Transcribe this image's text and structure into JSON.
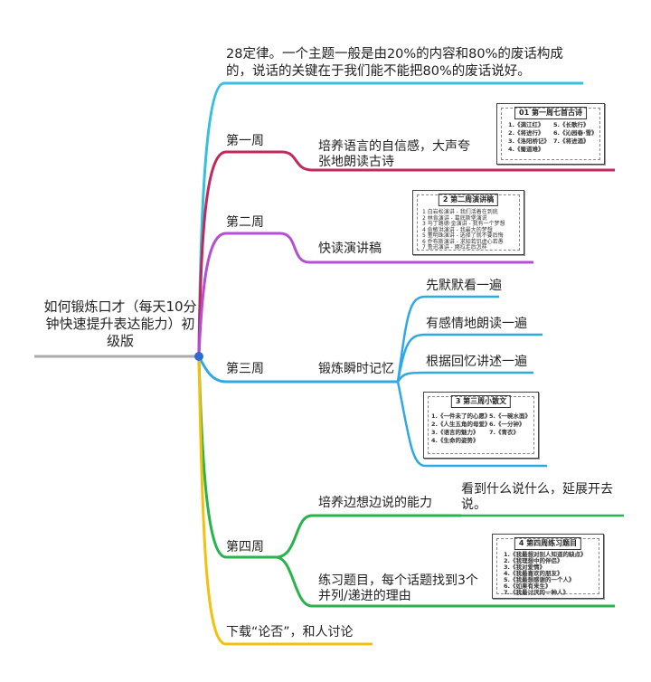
{
  "colors": {
    "root_line": "#aaaaaa",
    "rule_branch": "#36c0de",
    "week1": "#c2285a",
    "week2": "#b34fd6",
    "week3": "#2fa8e6",
    "week4": "#29b34d",
    "download": "#f2c10f",
    "center_dot": "#2f6ad0"
  },
  "root": {
    "title": "如何锻炼口才（每天10分钟快速提升表达能力）初级版"
  },
  "rule": {
    "text": "28定律。一个主题一般是由20%的内容和80%的废话构成的，说话的关键在于我们能不能把80%的废话说好。"
  },
  "week1": {
    "label": "第一周",
    "task": "培养语言的自信感，大声夸张地朗读古诗",
    "card": {
      "heading": "01 第一周七首古诗",
      "items": [
        "1.《满江红》",
        "2.《将进行》",
        "3.《洛阳桥记》",
        "4.《蜀道难》",
        "5.《长歌行》",
        "6.《沁园春·雪》",
        "7.《将进酒》"
      ]
    }
  },
  "week2": {
    "label": "第二周",
    "task": "快读演讲稿",
    "card": {
      "heading": "2 第二周演讲稿",
      "items": [
        "1 白岩松演讲 - 我们活着在到底",
        "2 林肯演讲 - 葛底斯堡演说",
        "3 马丁路德·金演讲 - 我有一个梦想",
        "4 俞敏洪演讲 - 我最大的梦想",
        "5 董明珠演讲 - 选择了就不要后悔",
        "6 乔布斯演讲 - 求知若饥虚心若愚",
        "7 鲁迅演讲 - 娜拉走后怎样"
      ]
    }
  },
  "week3": {
    "label": "第三周",
    "task": "锻炼瞬时记忆",
    "steps": [
      "先默默看一遍",
      "有感情地朗读一遍",
      "根据回忆讲述一遍"
    ],
    "card": {
      "heading": "3 第三周小散文",
      "items": [
        "1.《一件未了的心愿》",
        "2.《人生五角的母爱》",
        "3.《语言的魅力》",
        "4.《生命的姿势》",
        "5.《一碗水面》",
        "6.《一分钟》",
        "7.《青衣》"
      ]
    }
  },
  "week4": {
    "label": "第四周",
    "task_a": "培养边想边说的能力",
    "task_a_detail": "看到什么说什么，延展开去说。",
    "task_b": "练习题目，每个话题找到3个并列/递进的理由",
    "card": {
      "heading": "4 第四周练习题目",
      "items": [
        "1.《我最想对别人知道的缺点》",
        "2.《我理想中的伴侣》",
        "3.《我对爱情》",
        "4.《我最喜欢的朋友》",
        "5.《我最想感谢的一个人》",
        "6.《如果有来生》",
        "7.《我最讨厌的一种人》"
      ]
    }
  },
  "download": {
    "text": "下载“论否”，和人讨论"
  }
}
